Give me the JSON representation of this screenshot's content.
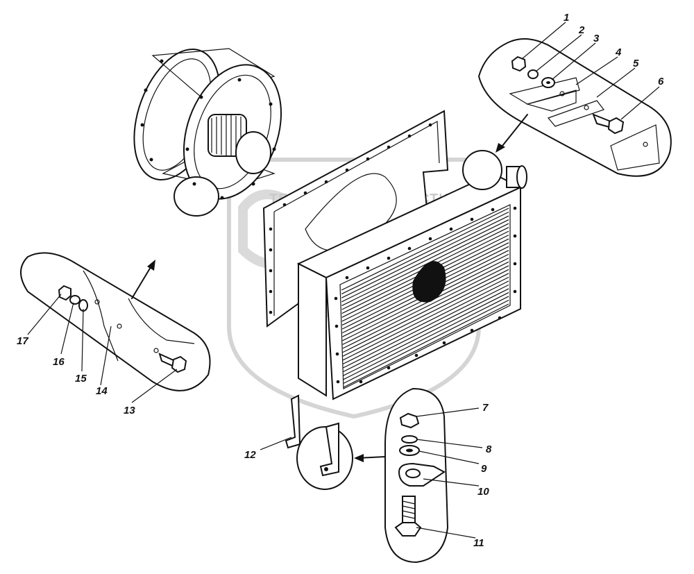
{
  "watermark": {
    "text_left": "ТЕХНИКА",
    "text_right": "ЗАПЧАСТИ",
    "logo": "ЭПЛ"
  },
  "callouts": {
    "c1": "1",
    "c2": "2",
    "c3": "3",
    "c4": "4",
    "c5": "5",
    "c6": "6",
    "c7": "7",
    "c8": "8",
    "c9": "9",
    "c10": "10",
    "c11": "11",
    "c12": "12",
    "c13": "13",
    "c14": "14",
    "c15": "15",
    "c16": "16",
    "c17": "17"
  },
  "icons": {
    "watermark_gear": "gear-icon",
    "detail_arrows": "arrow-icon"
  }
}
